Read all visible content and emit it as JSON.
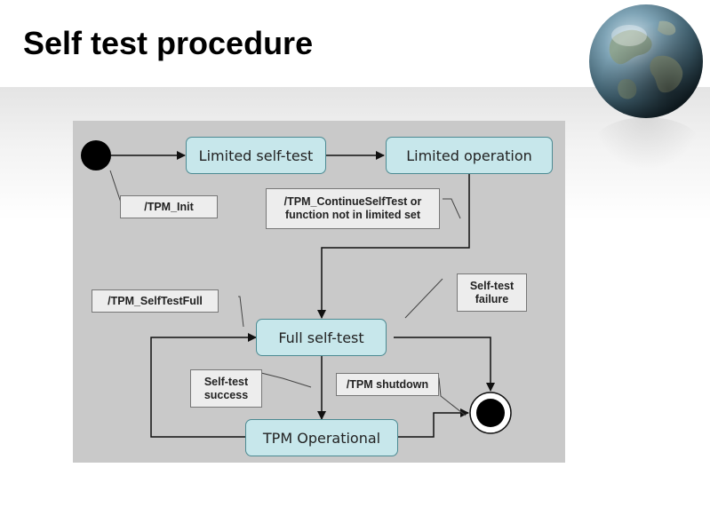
{
  "slide": {
    "title": "Self test procedure"
  },
  "diagram": {
    "states": {
      "limited_self_test": "Limited self-test",
      "limited_operation": "Limited operation",
      "full_self_test": "Full self-test",
      "tpm_operational": "TPM Operational"
    },
    "notes": {
      "tpm_init": "/TPM_Init",
      "continue_self_test_line1": "/TPM_ContinueSelfTest or",
      "continue_self_test_line2": "function not in limited set",
      "self_test_full": "/TPM_SelfTestFull",
      "self_test_failure_line1": "Self-test",
      "self_test_failure_line2": "failure",
      "self_test_success_line1": "Self-test",
      "self_test_success_line2": "success",
      "tpm_shutdown": "/TPM shutdown"
    },
    "colors": {
      "state_fill": "#c7e7eb",
      "state_border": "#4c8a92",
      "background": "#c9c9c9",
      "note_fill": "#ededed"
    }
  }
}
